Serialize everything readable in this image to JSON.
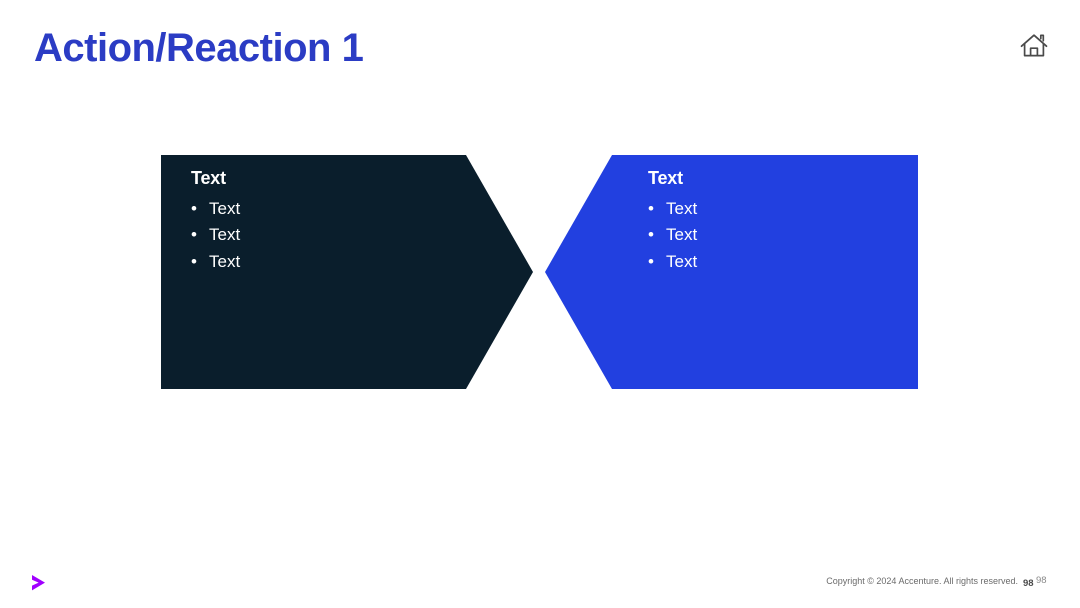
{
  "slide": {
    "title": "Action/Reaction 1",
    "title_color": "#2B3CC4",
    "background_color": "#FFFFFF"
  },
  "header": {
    "home_icon": "home-icon"
  },
  "diagram": {
    "type": "two-interlocking-chevrons",
    "blocks": [
      {
        "id": "action",
        "shape": "right-pointing-arrow",
        "fill_color": "#0A1E2C",
        "text_color": "#FFFFFF",
        "heading": "Text",
        "bullets": [
          "Text",
          "Text",
          "Text"
        ]
      },
      {
        "id": "reaction",
        "shape": "left-notched-chevron",
        "fill_color": "#2240E0",
        "text_color": "#FFFFFF",
        "heading": "Text",
        "bullets": [
          "Text",
          "Text",
          "Text"
        ]
      }
    ]
  },
  "footer": {
    "logo": "accenture-greater-than-logo",
    "logo_color": "#A100FF",
    "copyright": "Copyright © 2024 Accenture. All rights reserved.",
    "page_number": "98",
    "page_number_secondary": "98"
  }
}
